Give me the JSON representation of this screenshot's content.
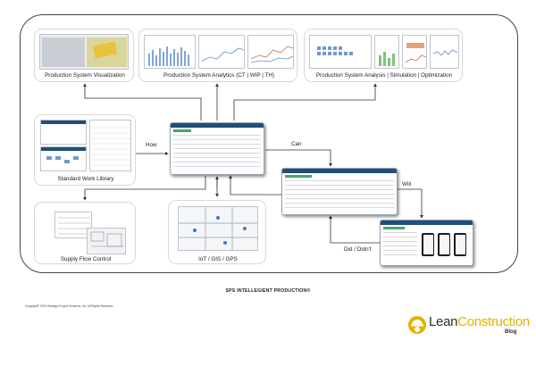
{
  "diagram": {
    "modules": {
      "visualization": "Production System Visualization",
      "analytics": "Production System Analytics (CT | WIP | TH)",
      "analysis": "Production System Analysis | Simulation | Optimization",
      "work_library": "Standard Work Library",
      "supply_flow": "Supply Flow Control",
      "iot": "IoT / GIS / GPS"
    },
    "edges": {
      "how": "How",
      "can": "Can",
      "will": "Will",
      "did": "Did / Didn't"
    },
    "title": "SPS INTELLEGIENT PRODUCTION®",
    "copyright": "Copyright© 2024 Strategic Project Solutions, Inc. All Rights Reserved.",
    "logo": {
      "lean": "Lean",
      "construction": "Construction",
      "blog": "Blog"
    }
  },
  "colors": {
    "accent_blue": "#1f4f7a",
    "logo_yellow": "#e0b300",
    "frame": "#444444"
  }
}
